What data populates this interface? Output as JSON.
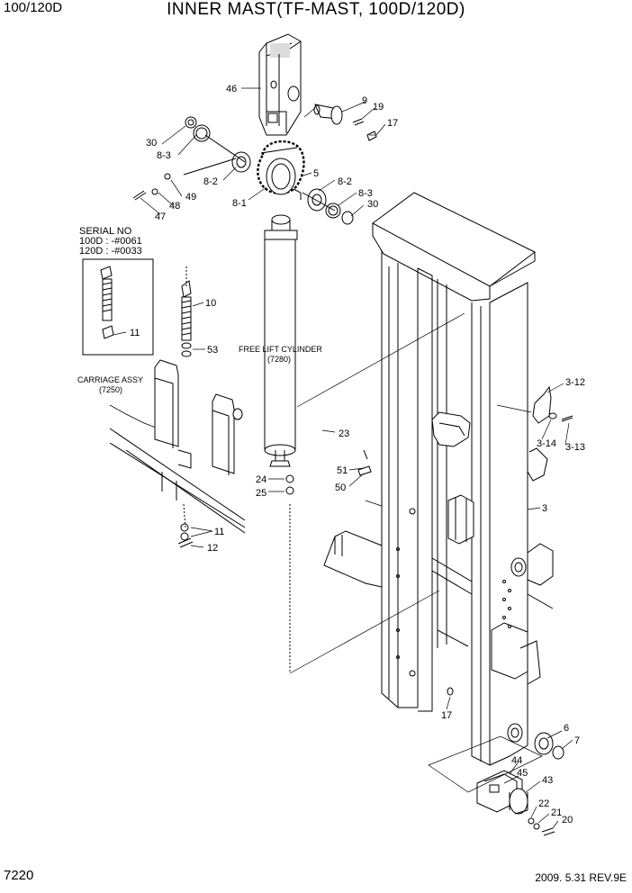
{
  "header": {
    "model": "100/120D",
    "title": "INNER MAST(TF-MAST, 100D/120D)"
  },
  "footer": {
    "page": "7220",
    "revision": "2009. 5.31 REV.9E"
  },
  "notes": {
    "serial_title": "SERIAL NO",
    "serial_100d": "100D : -#0061",
    "serial_120d": "120D : -#0033",
    "free_lift_name": "FREE LIFT CYLINDER",
    "free_lift_ref": "(7280)",
    "carriage_name": "CARRIAGE ASSY",
    "carriage_ref": "(7250)"
  },
  "callouts": {
    "p46": "46",
    "p9": "9",
    "p19": "19",
    "p17a": "17",
    "p30a": "30",
    "p8_3a": "8-3",
    "p5": "5",
    "p8_2a": "8-2",
    "p8_2b": "8-2",
    "p8_3b": "8-3",
    "p30b": "30",
    "p49": "49",
    "p48": "48",
    "p47": "47",
    "p8_1": "8-1",
    "p10": "10",
    "p11a": "11",
    "p53": "53",
    "p23": "23",
    "p51": "51",
    "p50": "50",
    "p24": "24",
    "p25": "25",
    "p11b": "11",
    "p12": "12",
    "p3_12": "3-12",
    "p3_14": "3-14",
    "p3_13": "3-13",
    "p3": "3",
    "p17b": "17",
    "p6": "6",
    "p7": "7",
    "p44": "44",
    "p45": "45",
    "p43": "43",
    "p22": "22",
    "p21": "21",
    "p20": "20"
  }
}
